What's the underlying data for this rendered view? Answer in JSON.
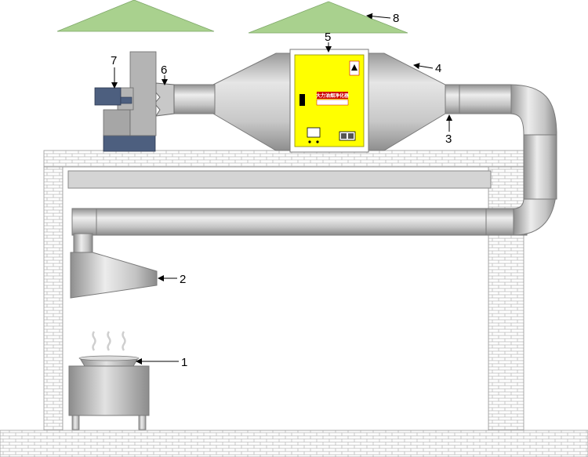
{
  "diagram": {
    "callouts": [
      {
        "id": "1",
        "label": "1",
        "target": "stove-pot"
      },
      {
        "id": "2",
        "label": "2",
        "target": "range-hood"
      },
      {
        "id": "3",
        "label": "3",
        "target": "duct-connector"
      },
      {
        "id": "4",
        "label": "4",
        "target": "purifier-cone"
      },
      {
        "id": "5",
        "label": "5",
        "target": "control-panel"
      },
      {
        "id": "6",
        "label": "6",
        "target": "flexible-joint"
      },
      {
        "id": "7",
        "label": "7",
        "target": "exhaust-fan"
      },
      {
        "id": "8",
        "label": "8",
        "target": "rain-cover"
      }
    ],
    "panel_title": "大力油烟净化器"
  },
  "colors": {
    "roof_green": "#a9d18e",
    "duct_gray": "#c0c0c0",
    "panel_yellow": "#ffff00",
    "fan_blue": "#4d5f7f",
    "fan_gray": "#a6a6a6",
    "brick_line": "#b0b0b0"
  }
}
